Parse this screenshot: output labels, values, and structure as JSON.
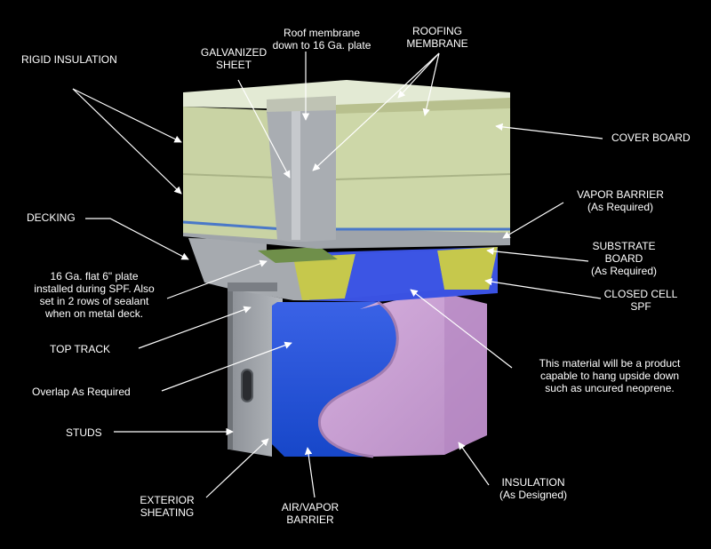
{
  "colors": {
    "background": "#000000",
    "cover_board": "#c9d3a4",
    "roofing_membrane": "#dfe6cf",
    "vapor_barrier": "#4a78c8",
    "substrate_board": "#c3c54a",
    "closed_cell_spf": "#3a4ee0",
    "air_vapor_barrier": "#1e56d8",
    "insulation": "#c49ad0",
    "metal": "#9ea2a8",
    "leader_lines": "#ffffff"
  },
  "labels": {
    "rigid_insulation": "RIGID INSULATION",
    "galvanized_sheet": "GALVANIZED\nSHEET",
    "roof_membrane_note": "Roof membrane\ndown to 16 Ga. plate",
    "roofing_membrane": "ROOFING\nMEMBRANE",
    "cover_board": "COVER BOARD",
    "decking": "DECKING",
    "vapor_barrier": "VAPOR BARRIER\n(As Required)",
    "substrate_board": "SUBSTRATE\nBOARD\n(As Required)",
    "plate_note": "16 Ga. flat 6\" plate\ninstalled during SPF. Also\nset in 2 rows of sealant\nwhen on metal deck.",
    "closed_cell_spf": "CLOSED CELL\nSPF",
    "top_track": "TOP TRACK",
    "material_note": "This material will be a product\ncapable to hang upside down\nsuch as uncured neoprene.",
    "overlap": "Overlap As Required",
    "studs": "STUDS",
    "exterior_sheating": "EXTERIOR\nSHEATING",
    "air_vapor_barrier": "AIR/VAPOR\nBARRIER",
    "insulation": "INSULATION\n(As Designed)"
  }
}
